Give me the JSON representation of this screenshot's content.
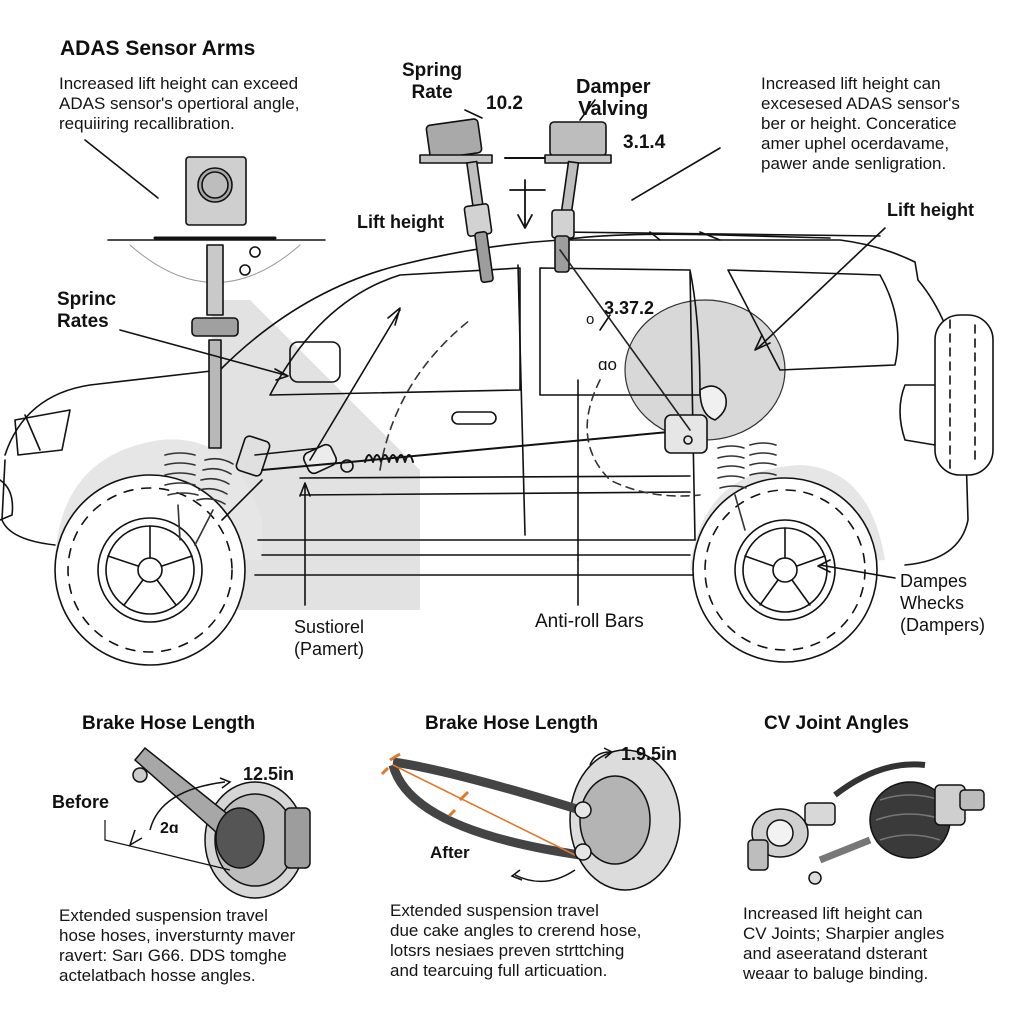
{
  "diagram": {
    "colors": {
      "ink": "#111111",
      "shade": "#d9d9d9",
      "shade_dark": "#9a9a9a",
      "metal": "#8c8c8c",
      "hose": "#4a4a4a",
      "marker": "#e0782a"
    },
    "top_left": {
      "title": "ADAS Sensor Arms",
      "lines": [
        "Increased lift height can exceed",
        "ADAS sensor's opertioral angle,",
        "requiiring recallibration."
      ]
    },
    "top_right": {
      "lines": [
        "Increased lift height can",
        "excesesed ADAS sensor's",
        "ber or height. Conceratice",
        "amer uphel ocerdavame,",
        "pawer ande senligration."
      ]
    },
    "labels": {
      "spring_rate": [
        "Spring",
        "Rate"
      ],
      "spring_rate_value": "10.2",
      "damper_valving": [
        "Damper",
        "Valving"
      ],
      "damper_valving_value": "3.1.4",
      "lift_height_center": "Lift height",
      "lift_height_right": "Lift height",
      "spring_rates": [
        "Sprinc",
        "Rates"
      ],
      "angle_value": "3.37.2",
      "angle_mark_1": "o",
      "angle_mark_2": "ɑo",
      "suspension": [
        "Sustiorel",
        "(Pamert)"
      ],
      "anti_roll": "Anti-roll Bars",
      "dampers": [
        "Dampes",
        "Whecks",
        "(Dampers)"
      ]
    },
    "panels": [
      {
        "title": "Brake Hose Length",
        "state_label": "Before",
        "measure": "12.5in",
        "angle": "2ɑ",
        "lines": [
          "Extended suspension travel",
          "hose hoses, inversturnty maver",
          "ravert: Sarı G66. DDS tomghe",
          "actelatbach hosse angles."
        ]
      },
      {
        "title": "Brake Hose Length",
        "state_label": "After",
        "measure": "1.9.5in",
        "lines": [
          "Extended suspension travel",
          "due cake angles to crerend hose,",
          "lotsrs nesiaes preven strttching",
          "and tearcuing full articuation."
        ]
      },
      {
        "title": "CV Joint Angles",
        "lines": [
          "Increased lift height can",
          "CV Joints; Sharpier angles",
          "and aseeratand dsterant",
          "weaar to baluge binding."
        ]
      }
    ]
  }
}
